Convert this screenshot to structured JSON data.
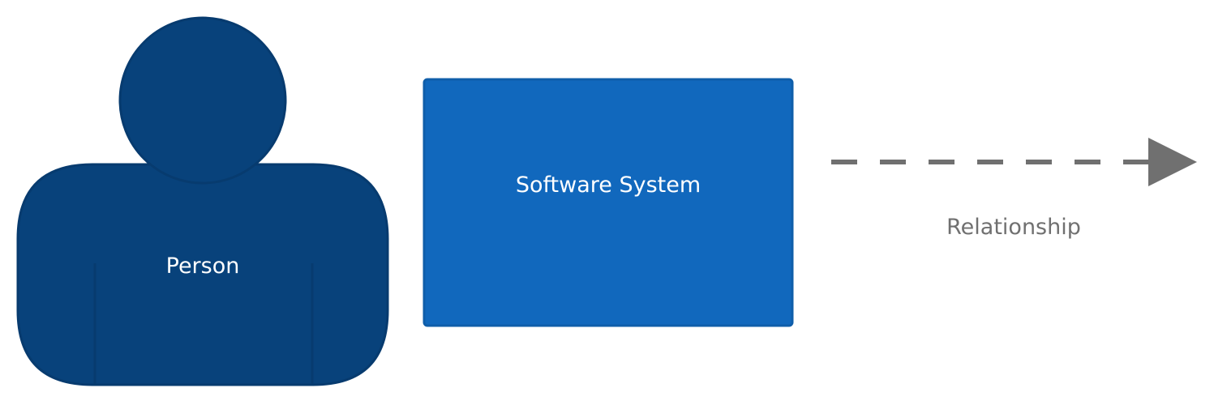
{
  "diagram": {
    "person": {
      "label": "Person",
      "fill": "#08427b",
      "stroke": "#073b6f",
      "text_color": "#ffffff"
    },
    "software_system": {
      "label": "Software System",
      "fill": "#1168bd",
      "stroke": "#0f5eaa",
      "text_color": "#ffffff"
    },
    "relationship": {
      "label": "Relationship",
      "line_style": "dashed",
      "color": "#707070",
      "arrowhead": "triangle"
    }
  }
}
